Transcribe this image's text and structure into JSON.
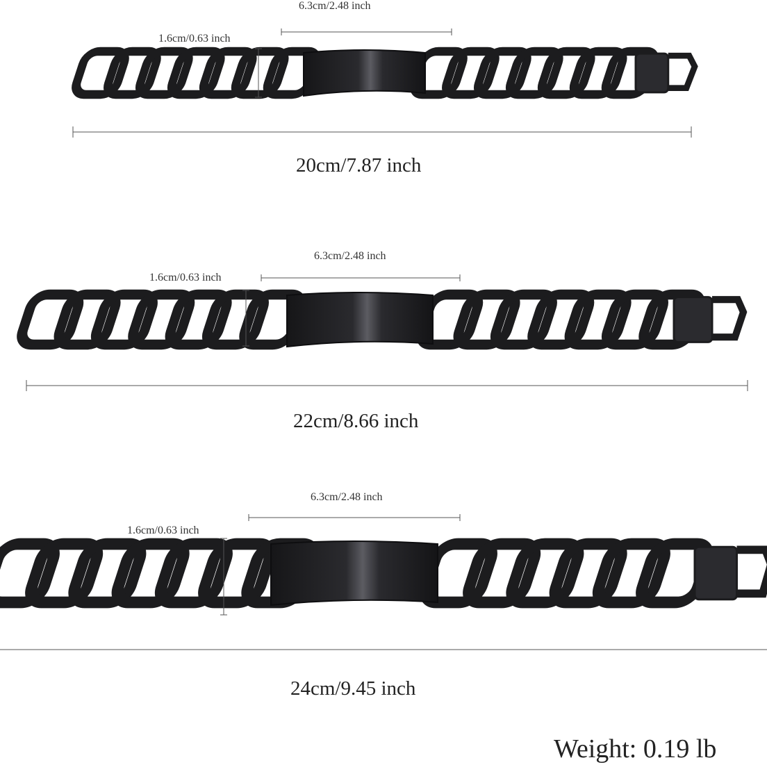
{
  "bracelets": [
    {
      "plate_length": "6.3cm/2.48 inch",
      "width": "1.6cm/0.63 inch",
      "total_length": "20cm/7.87 inch"
    },
    {
      "plate_length": "6.3cm/2.48 inch",
      "width": "1.6cm/0.63 inch",
      "total_length": "22cm/8.66 inch"
    },
    {
      "plate_length": "6.3cm/2.48 inch",
      "width": "1.6cm/0.63 inch",
      "total_length": "24cm/9.45 inch"
    }
  ],
  "weight": "Weight:  0.19 lb",
  "colors": {
    "metal": "#1c1c1e",
    "highlight": "#6a6a70",
    "line": "#555555"
  }
}
